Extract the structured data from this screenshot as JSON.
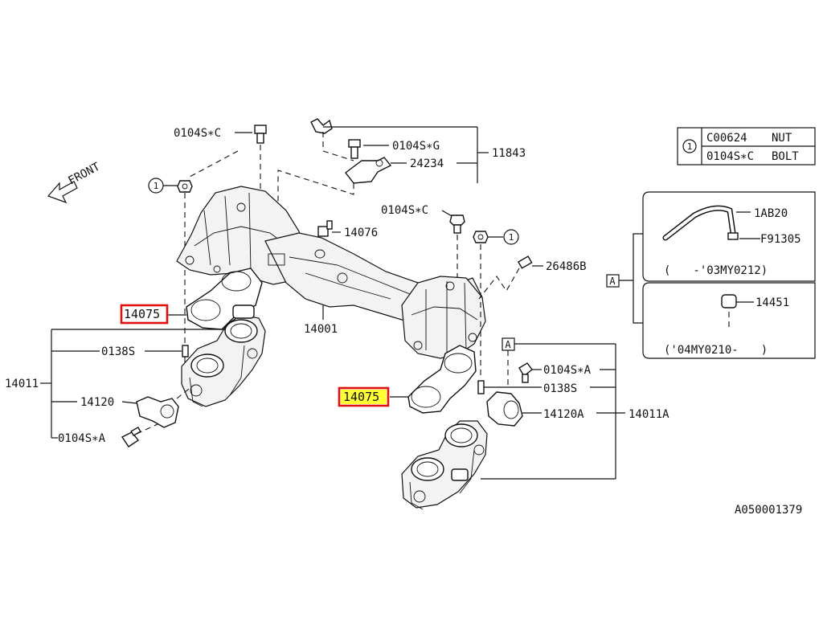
{
  "labels": {
    "bolt_top": "0104S∗C",
    "bolt_g": "0104S∗G",
    "sensor_24234": "24234",
    "bracket_11843": "11843",
    "bolt_mid": "0104S∗C",
    "sensor_14076": "14076",
    "hose_26486b": "26486B",
    "manifold_14001": "14001",
    "gasket_left": "14075",
    "gasket_right": "14075",
    "stud_left": "0138S",
    "tb_assy_left": "14011",
    "valve_left": "14120",
    "bolt_a_left": "0104S∗A",
    "bolt_a_right": "0104S∗A",
    "stud_right": "0138S",
    "valve_right": "14120A",
    "tb_assy_right": "14011A",
    "ref_a_box": "A",
    "ref_a_callout": "A",
    "pipe_1ab20": "1AB20",
    "clip_f91305": "F91305",
    "range_upper": "(　　-'03MY0212)",
    "cap_14451": "14451",
    "range_lower": "('04MY0210-　　)",
    "front_text": "FRONT",
    "diagram_id": "A050001379"
  },
  "legend": {
    "symbol": "1",
    "rows": [
      {
        "code": "C00624",
        "name": "NUT"
      },
      {
        "code": "0104S∗C",
        "name": "BOLT"
      }
    ]
  },
  "circle_refs": {
    "left": "1",
    "right": "1"
  },
  "colors": {
    "highlight": "#ffff33",
    "selection_box": "#e01010",
    "line": "#111111"
  }
}
